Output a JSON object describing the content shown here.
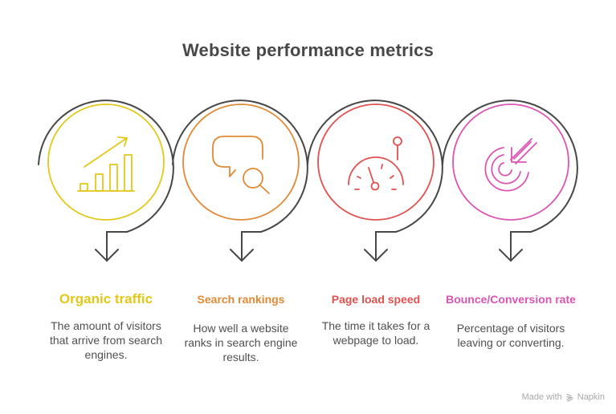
{
  "title": "Website performance metrics",
  "colors": {
    "path": "#474747",
    "steps": [
      "#E2C819",
      "#E08A36",
      "#E0514F",
      "#DB55B4"
    ]
  },
  "steps": [
    {
      "label": "Organic traffic",
      "description": "The amount of visitors that arrive from search engines.",
      "icon": "bar-chart-growth-icon"
    },
    {
      "label": "Search rankings",
      "description": "How well a website ranks in search engine results.",
      "icon": "speech-bubble-search-icon"
    },
    {
      "label": "Page load speed",
      "description": "The time it takes for a webpage to load.",
      "icon": "speedometer-icon"
    },
    {
      "label": "Bounce/Conversion rate",
      "description": "Percentage of visitors leaving or converting.",
      "icon": "target-arrow-icon"
    }
  ],
  "footer": {
    "text": "Made with",
    "brand": "Napkin"
  }
}
